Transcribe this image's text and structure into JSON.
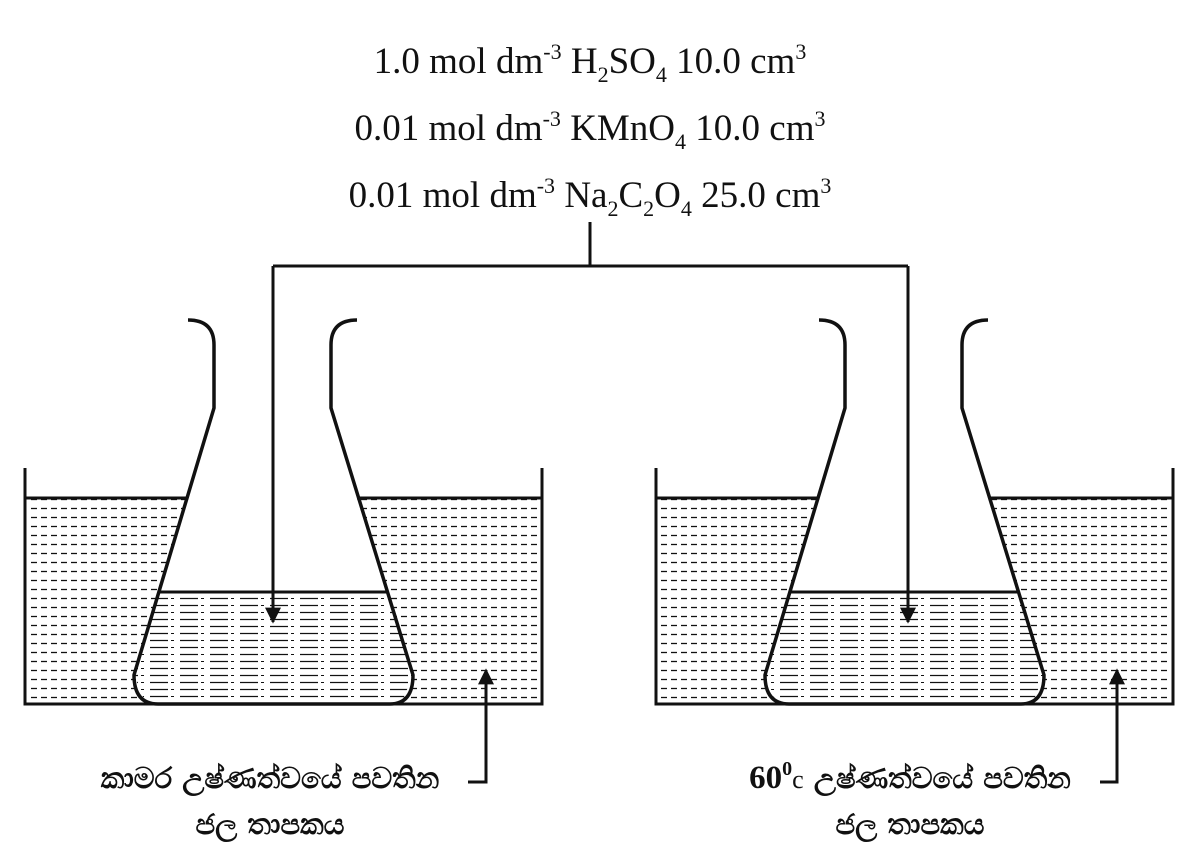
{
  "reagents": [
    {
      "parts": [
        {
          "t": "1.0 mol dm"
        },
        {
          "t": "-3",
          "s": "sup"
        },
        {
          "t": " H"
        },
        {
          "t": "2",
          "s": "sub"
        },
        {
          "t": "SO"
        },
        {
          "t": "4",
          "s": "sub"
        },
        {
          "t": " 10.0 cm"
        },
        {
          "t": "3",
          "s": "sup"
        }
      ]
    },
    {
      "parts": [
        {
          "t": "0.01 mol dm"
        },
        {
          "t": "-3",
          "s": "sup"
        },
        {
          "t": " KMnO"
        },
        {
          "t": "4",
          "s": "sub"
        },
        {
          "t": " 10.0 cm"
        },
        {
          "t": "3",
          "s": "sup"
        }
      ]
    },
    {
      "parts": [
        {
          "t": "0.01 mol dm"
        },
        {
          "t": "-3",
          "s": "sup"
        },
        {
          "t": " Na"
        },
        {
          "t": "2",
          "s": "sub"
        },
        {
          "t": "C"
        },
        {
          "t": "2",
          "s": "sub"
        },
        {
          "t": "O"
        },
        {
          "t": "4",
          "s": "sub"
        },
        {
          "t": " 25.0 cm"
        },
        {
          "t": "3",
          "s": "sup"
        }
      ]
    }
  ],
  "left_bath": {
    "line1": "කාමර උෂ්ණත්වයේ පවතින",
    "line2": "ජල තාපකය"
  },
  "right_bath": {
    "temp_value": "60",
    "temp_degree": "0",
    "temp_unit": "c",
    "line1_rest": " උෂ්ණත්වයේ පවතින",
    "line2": "ජල තාපකය"
  },
  "colors": {
    "ink": "#111111",
    "background": "#ffffff"
  }
}
